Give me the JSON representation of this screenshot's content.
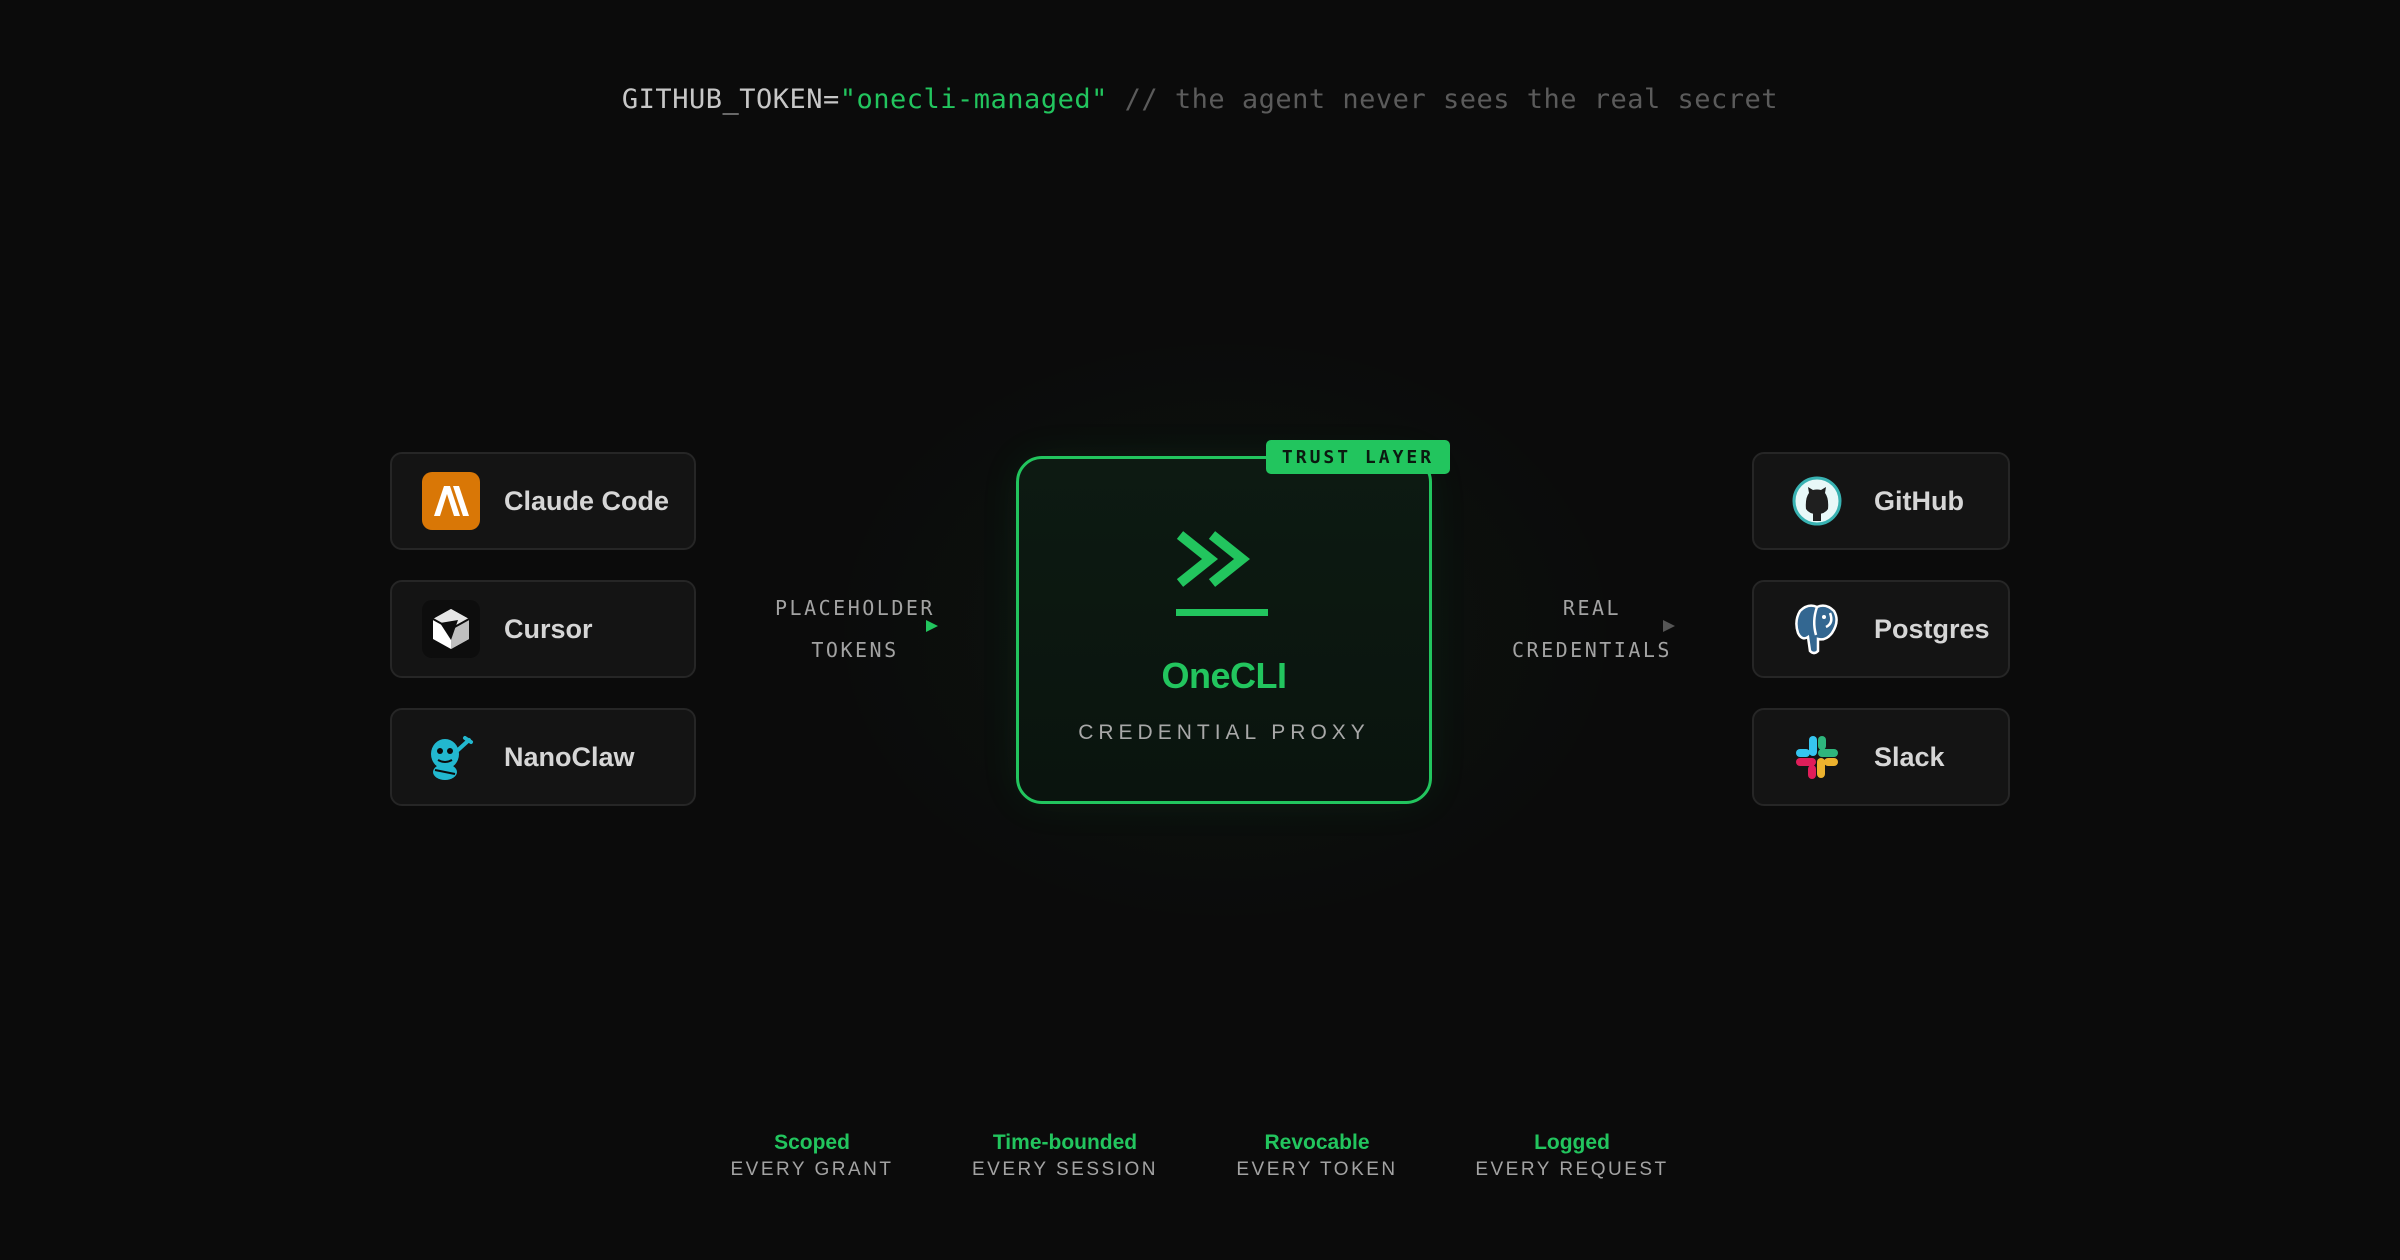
{
  "code": {
    "key": "GITHUB_TOKEN=",
    "value": "\"onecli-managed\"",
    "comment": " // the agent never sees the real secret"
  },
  "agents": [
    {
      "label": "Claude Code",
      "icon": "anthropic-icon"
    },
    {
      "label": "Cursor",
      "icon": "cursor-icon"
    },
    {
      "label": "NanoClaw",
      "icon": "nanoclaw-icon"
    }
  ],
  "left_flow": {
    "top": "PLACEHOLDER",
    "bottom": "TOKENS"
  },
  "proxy": {
    "badge": "TRUST LAYER",
    "name": "OneCLI",
    "subtitle": "CREDENTIAL PROXY",
    "accent": "#22c55e"
  },
  "right_flow": {
    "top": "REAL",
    "bottom": "CREDENTIALS"
  },
  "services": [
    {
      "label": "GitHub",
      "icon": "github-icon"
    },
    {
      "label": "Postgres",
      "icon": "postgres-icon"
    },
    {
      "label": "Slack",
      "icon": "slack-icon"
    }
  ],
  "properties": [
    {
      "title": "Scoped",
      "detail": "EVERY GRANT"
    },
    {
      "title": "Time-bounded",
      "detail": "EVERY SESSION"
    },
    {
      "title": "Revocable",
      "detail": "EVERY TOKEN"
    },
    {
      "title": "Logged",
      "detail": "EVERY REQUEST"
    }
  ]
}
